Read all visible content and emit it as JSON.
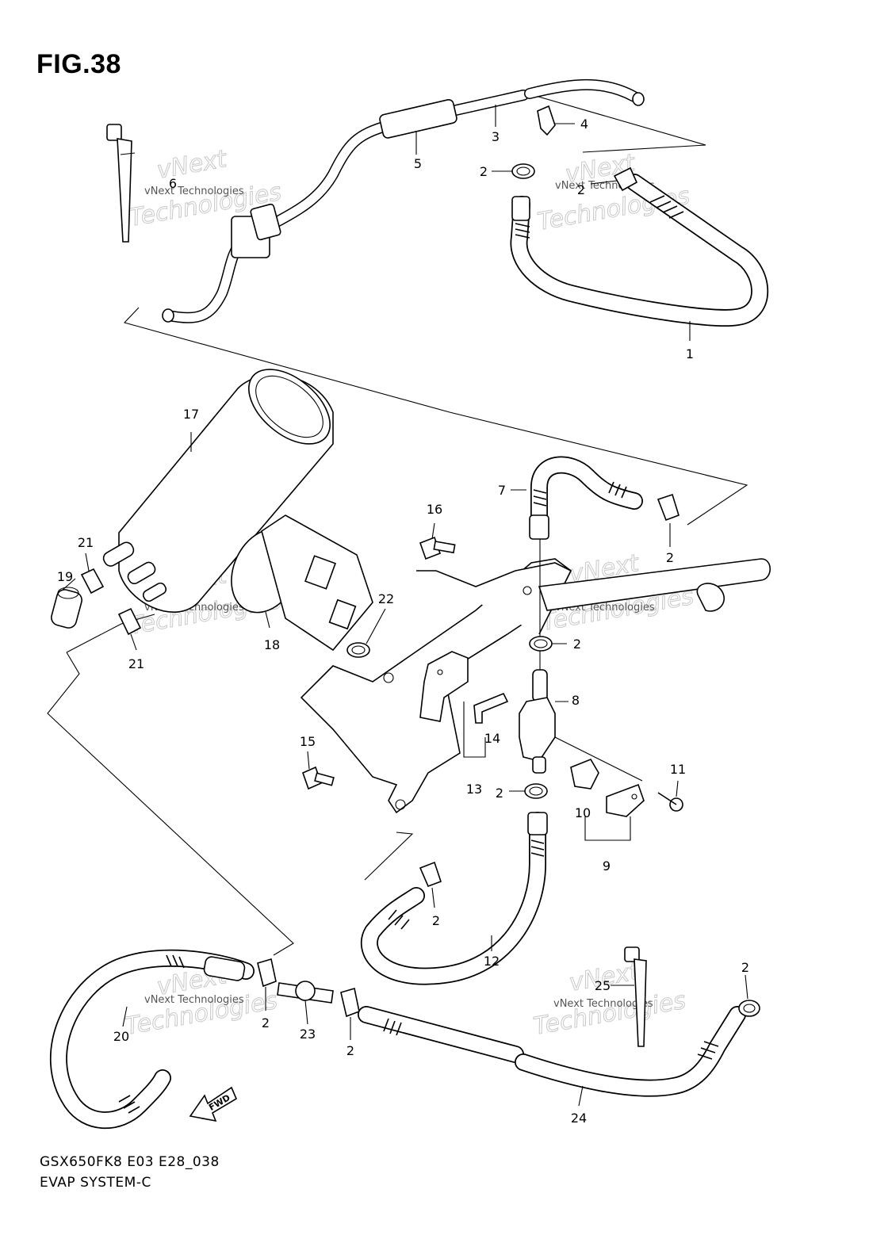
{
  "figure": {
    "title": "FIG.38",
    "code": "GSX650FK8 E03 E28_038",
    "name": "EVAP SYSTEM-C"
  },
  "watermark": {
    "company": "vNext Technologies",
    "brand": "vNext",
    "word": "Technologies"
  },
  "fwd_label": "FWD",
  "callouts": [
    "1",
    "2",
    "3",
    "4",
    "5",
    "6",
    "7",
    "8",
    "9",
    "10",
    "11",
    "12",
    "13",
    "14",
    "15",
    "16",
    "17",
    "18",
    "19",
    "20",
    "21",
    "22",
    "23",
    "24",
    "25"
  ],
  "clamp_ref": "2",
  "clip_ref": "21"
}
